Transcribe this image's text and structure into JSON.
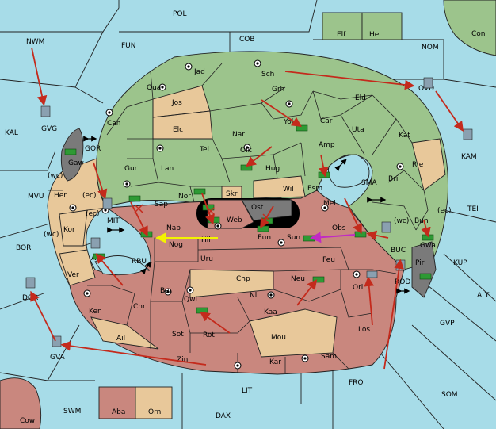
{
  "map": {
    "colors": {
      "sea": "#a7dce8",
      "green": "#9cc48c",
      "tan": "#e8c89a",
      "red": "#c9877e",
      "grey": "#7a7a7a",
      "arrow": "#c42a1c",
      "support_yellow": "#f3f300",
      "support_magenta": "#c12ac4"
    },
    "sea_labels": [
      "POL",
      "FUN",
      "COB",
      "NOM",
      "NWM",
      "KAL",
      "MVU",
      "BOR",
      "TEI",
      "ALT",
      "KUP",
      "GVP",
      "SOM",
      "FRO",
      "LIT",
      "DAX",
      "SWM",
      "SMA"
    ],
    "land_labels": {
      "green": [
        "Jad",
        "Sch",
        "Qua",
        "Grh",
        "Can",
        "Eld",
        "Car",
        "Uta",
        "Kat",
        "Elc",
        "Nar",
        "Yol",
        "Amp",
        "Tel",
        "Olk",
        "Gur",
        "Lan",
        "Hug",
        "Bri",
        "Esm",
        "Sap",
        "Nor",
        "Wil",
        "Bun",
        "Gwa",
        "Con",
        "Elf",
        "Hel"
      ],
      "tan": [
        "Jos",
        "Rie",
        "Skr",
        "Her",
        "Kor",
        "Ver",
        "Ail",
        "Chp",
        "Mou",
        "Orn",
        "Gaw"
      ],
      "red": [
        "Web",
        "Nab",
        "Eun",
        "Sun",
        "Hil",
        "Mel",
        "Obs",
        "Nog",
        "Uru",
        "Feu",
        "Bar",
        "Qwi",
        "Nil",
        "Neu",
        "Orl",
        "Ken",
        "Chr",
        "Kaa",
        "Rot",
        "Sot",
        "Los",
        "Zin",
        "Kar",
        "Sam",
        "Aba",
        "Cow",
        "Ost",
        "Pir"
      ]
    },
    "coast_tags": [
      "(wc)",
      "(ec)",
      "(ec)",
      "(wc)",
      "(wc)",
      "(ec)"
    ],
    "units": {
      "fleet_labels": [
        "GVG",
        "GOR",
        "MIT",
        "RBU",
        "AIK",
        "DOR",
        "GVA",
        "OVD",
        "KAM",
        "BUC",
        "ROD"
      ]
    },
    "icons": [
      "army-icon",
      "fleet-icon",
      "supply-center-icon",
      "move-arrow-icon",
      "support-arrow-icon",
      "double-arrow-icon"
    ]
  }
}
